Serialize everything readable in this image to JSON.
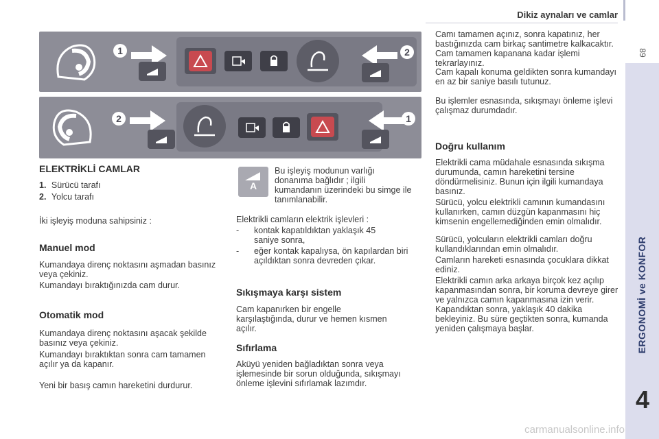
{
  "header": {
    "title": "Dikiz aynaları ve camlar",
    "page_number": "89"
  },
  "side": {
    "section": "ERGONOMİ ve KONFOR",
    "chapter": "4"
  },
  "figure": {
    "marker_1": "1",
    "marker_2": "2"
  },
  "icon": {
    "letter": "A"
  },
  "left": {
    "title": "ELEKTRİKLİ CAMLAR",
    "items": [
      {
        "num": "1.",
        "text": "Sürücü tarafı"
      },
      {
        "num": "2.",
        "text": "Yolcu tarafı"
      }
    ],
    "intro": "İki işleyiş moduna sahipsiniz :",
    "manual_title": "Manuel mod",
    "manual_p1": "Kumandaya direnç noktasını aşmadan basınız veya çekiniz.",
    "manual_p2": "Kumandayı bıraktığınızda cam durur.",
    "auto_title": "Otomatik mod",
    "auto_p1": "Kumandaya direnç noktasını aşacak şekilde basınız veya çekiniz.",
    "auto_p2": "Kumandayı bıraktıktan sonra cam tamamen açılır ya da kapanır.",
    "auto_p3": "Yeni bir basış camın hareketini durdurur."
  },
  "middle": {
    "icon_note": "Bu işleyiş modunun varlığı donanıma bağlıdır ; ilgili kumandanın üzerindeki bu simge ile tanımlanabilir.",
    "functions_intro": "Elektrikli camların elektrik işlevleri :",
    "functions": [
      "kontak kapatıldıktan yaklaşık 45 saniye sonra,",
      "eğer kontak kapalıysa, ön kapılardan biri açıldıktan sonra devreden çıkar."
    ],
    "anti_pinch_title": "Sıkışmaya karşı sistem",
    "anti_pinch_text": "Cam kapanırken bir engelle karşılaştığında, durur ve hemen kısmen açılır.",
    "reset_title": "Sıfırlama",
    "reset_text": "Aküyü yeniden bağladıktan sonra veya işlemesinde bir sorun olduğunda, sıkışmayı önleme işlevini sıfırlamak lazımdır."
  },
  "right": {
    "p1": "Camı tamamen açınız, sonra kapatınız, her bastığınızda cam birkaç santimetre kalkacaktır. Cam tamamen kapanana kadar işlemi tekrarlayınız.",
    "p2": "Cam kapalı konuma geldikten sonra kumandayı en az bir saniye basılı tutunuz.",
    "p3": "Bu işlemler esnasında, sıkışmayı önleme işlevi çalışmaz durumdadır.",
    "usage_title": "Doğru kullanım",
    "usage_p1": "Elektrikli cama müdahale esnasında sıkışma durumunda, camın hareketini tersine döndürmelisiniz. Bunun için ilgili kumandaya basınız.",
    "usage_p2": "Sürücü, yolcu elektrikli camının kumandasını kullanırken, camın düzgün kapanmasını hiç kimsenin engellemediğinden emin olmalıdır.",
    "usage_p3": "Sürücü, yolcuların elektrikli camları doğru kullandıklarından emin olmalıdır.",
    "usage_p4": "Camların hareketi esnasında çocuklara dikkat ediniz.",
    "usage_p5": "Elektrikli camın arka arkaya birçok kez açılıp kapanmasından sonra, bir koruma devreye girer ve yalnızca camın kapanmasına izin verir. Kapandıktan sonra, yaklaşık 40 dakika bekleyiniz. Bu süre geçtikten sonra, kumanda yeniden çalışmaya başlar."
  },
  "watermark": "carmanualsonline.info"
}
